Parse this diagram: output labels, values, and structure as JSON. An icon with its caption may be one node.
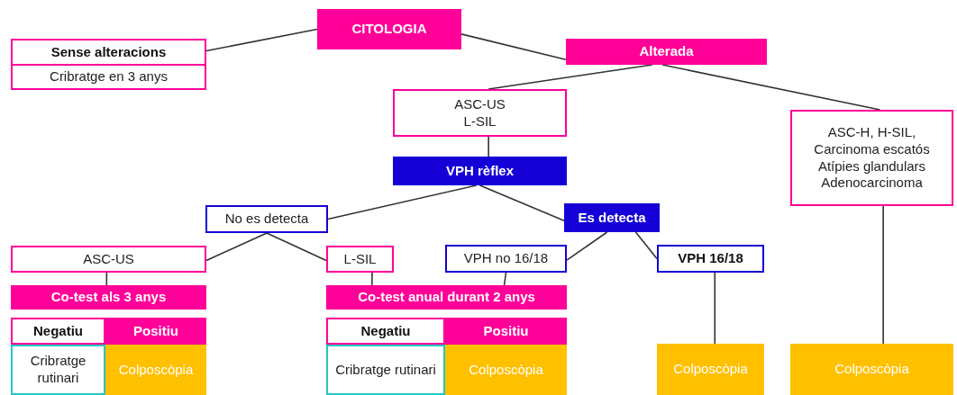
{
  "diagram": {
    "nodes": [
      {
        "text": [
          "CITOLOGIA"
        ]
      },
      {
        "text": [
          "Sense alteracions"
        ]
      },
      {
        "text": [
          "Cribratge en 3 anys"
        ]
      },
      {
        "text": [
          "Alterada"
        ]
      },
      {
        "text": [
          "ASC-US",
          "L-SIL"
        ]
      },
      {
        "text": [
          "VPH rèflex"
        ]
      },
      {
        "text": [
          "ASC-H, H-SIL,",
          "Carcinoma escatós",
          "Atípies glandulars",
          "Adenocarcinoma"
        ]
      },
      {
        "text": [
          "No es detecta"
        ]
      },
      {
        "text": [
          "Es detecta"
        ]
      },
      {
        "text": [
          "ASC-US"
        ]
      },
      {
        "text": [
          "L-SIL"
        ]
      },
      {
        "text": [
          "VPH no 16/18"
        ]
      },
      {
        "text": [
          "VPH 16/18"
        ]
      },
      {
        "text": [
          "Co-test als 3 anys"
        ]
      },
      {
        "text": [
          "Co-test anual durant 2 anys"
        ]
      },
      {
        "text": [
          "Negatiu"
        ]
      },
      {
        "text": [
          "Positiu"
        ]
      },
      {
        "text": [
          "Cribratge rutinari"
        ]
      },
      {
        "text": [
          "Colposcòpia"
        ]
      },
      {
        "text": [
          "Negatiu"
        ]
      },
      {
        "text": [
          "Positiu"
        ]
      },
      {
        "text": [
          "Cribratge rutinari"
        ]
      },
      {
        "text": [
          "Colposcòpia"
        ]
      },
      {
        "text": [
          "Colposcòpia"
        ]
      },
      {
        "text": [
          "Colposcòpia"
        ]
      }
    ],
    "edges": [
      {
        "from": 0,
        "to": 1,
        "arrow": "none"
      },
      {
        "from": 0,
        "to": 3,
        "arrow": "none"
      },
      {
        "from": 3,
        "to": 4,
        "arrow": "none"
      },
      {
        "from": 3,
        "to": 6,
        "arrow": "none"
      },
      {
        "from": 4,
        "to": 5,
        "arrow": "none"
      },
      {
        "from": 5,
        "to": 7,
        "arrow": "none"
      },
      {
        "from": 5,
        "to": 8,
        "arrow": "none"
      },
      {
        "from": 7,
        "to": 9,
        "arrow": "none"
      },
      {
        "from": 7,
        "to": 10,
        "arrow": "none"
      },
      {
        "from": 8,
        "to": 11,
        "arrow": "none"
      },
      {
        "from": 8,
        "to": 12,
        "arrow": "none"
      },
      {
        "from": 9,
        "to": 13,
        "arrow": "none"
      },
      {
        "from": 10,
        "to": 14,
        "arrow": "none"
      },
      {
        "from": 11,
        "to": 14,
        "arrow": "none"
      },
      {
        "from": 12,
        "to": 23,
        "arrow": "none"
      },
      {
        "from": 6,
        "to": 24,
        "arrow": "none"
      }
    ]
  }
}
